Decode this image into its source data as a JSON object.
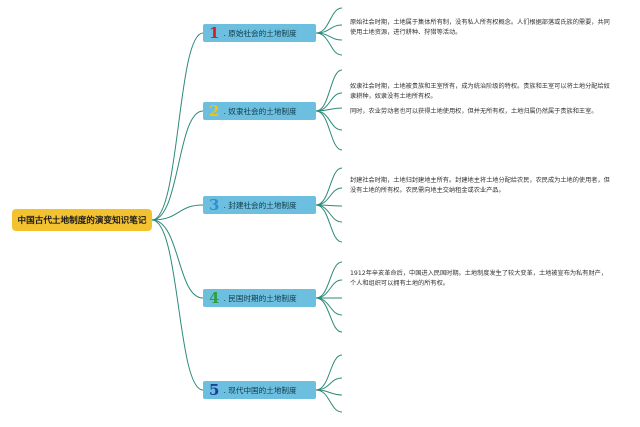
{
  "colors": {
    "root_bg": "#f3c230",
    "branch_bg": "#6cbfdf",
    "line": "#2c8a7a",
    "num1": "#d61f26",
    "num2": "#f1c40f",
    "num3": "#2e8fd6",
    "num4": "#2f9e3f",
    "num5": "#1f3e96"
  },
  "root": {
    "title": "中国古代土地制度的演变知识笔记"
  },
  "branches": [
    {
      "num": "1",
      "label": ". 原始社会的土地制度"
    },
    {
      "num": "2",
      "label": ". 奴隶社会的土地制度"
    },
    {
      "num": "3",
      "label": ". 封建社会的土地制度"
    },
    {
      "num": "4",
      "label": ". 民国时期的土地制度"
    },
    {
      "num": "5",
      "label": ". 现代中国的土地制度"
    }
  ],
  "notes": {
    "n1": [
      "原始社会时期，土地属于集体所有制，没有私人所有权概念。人们根据部落或氏族的需要，共同使用土地资源，进行耕种、狩猎等活动。"
    ],
    "n2": [
      "奴隶社会时期，土地被贵族和王室所有，成为统治阶级的特权。贵族和王室可以将土地分配给奴隶耕种，奴隶没有土地所有权。",
      "同时，农业劳动者也可以获得土地使用权，但并无所有权，土地归属仍然属于贵族和王室。"
    ],
    "n3": [
      "封建社会时期，土地归封建地主所有。封建地主将土地分配给农民，农民成为土地的使用者，但没有土地的所有权。农民需向地主交纳租金或农业产品。"
    ],
    "n4": [
      "1912年辛亥革命后，中国进入民国时期。土地制度发生了较大变革，土地被宣布为私有财产，个人和组织可以拥有土地的所有权。"
    ],
    "n5": []
  }
}
